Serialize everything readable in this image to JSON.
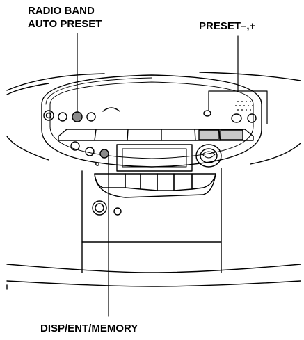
{
  "labels": {
    "radio_band_line1": "RADIO BAND",
    "radio_band_line2": "AUTO PRESET",
    "preset": "PRESET–,+",
    "disp": "DISP/ENT/MEMORY"
  },
  "colors": {
    "outline": "#000000",
    "highlight": "#c8c8c8",
    "pressed_button": "#8a8a8a"
  }
}
